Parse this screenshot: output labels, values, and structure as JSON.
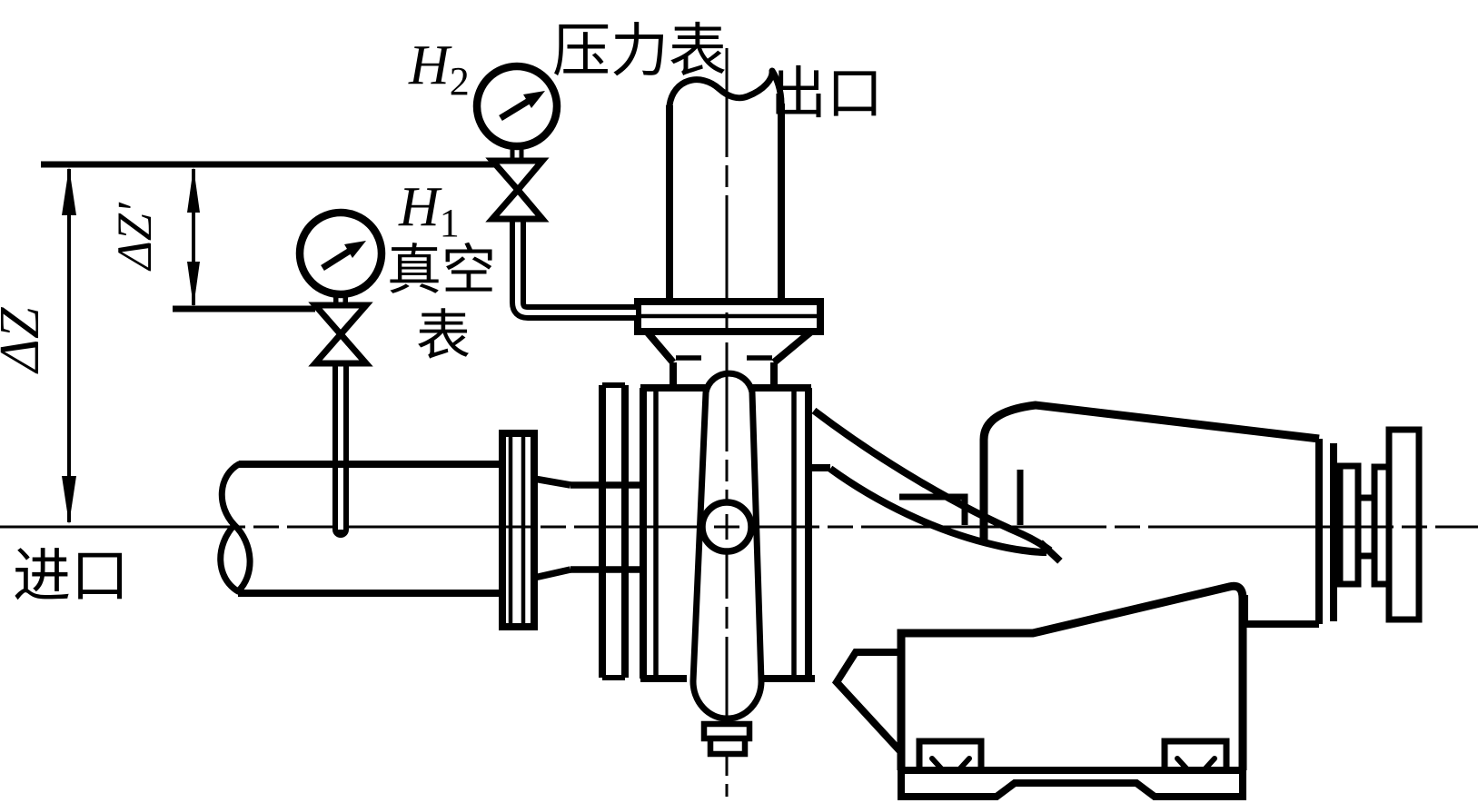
{
  "labels": {
    "h2_base": "H",
    "h2_sub": "2",
    "h1_base": "H",
    "h1_sub": "1",
    "pressure_gauge": "压力表",
    "vacuum_gauge_top": "真空",
    "vacuum_gauge_bottom": "表",
    "outlet": "出口",
    "inlet": "进口",
    "delta_z": "ΔZ",
    "delta_z_prime": "ΔZ′"
  },
  "colors": {
    "ink": "#000000",
    "paper": "#ffffff"
  }
}
